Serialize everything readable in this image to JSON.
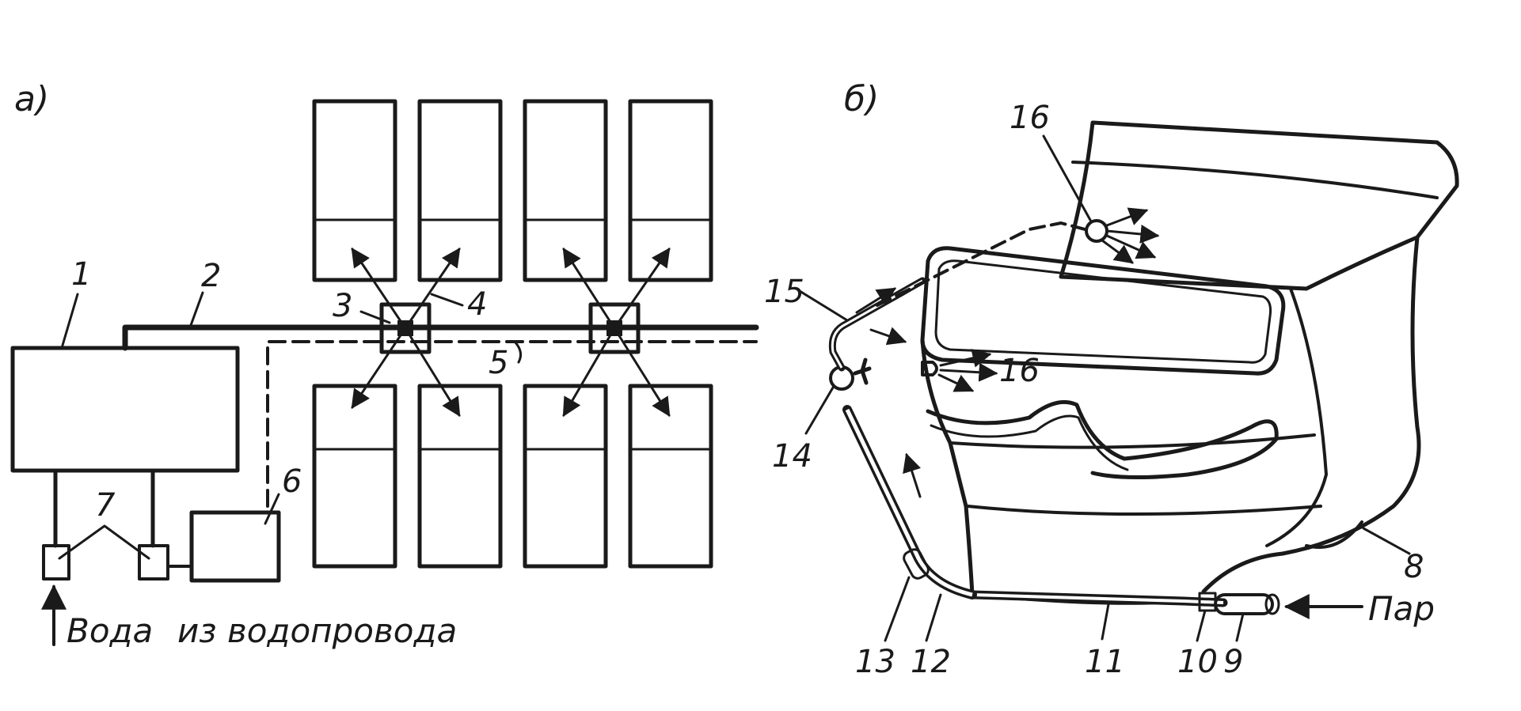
{
  "panel_a": {
    "tag": "а)",
    "labels": [
      "1",
      "2",
      "3",
      "4",
      "5",
      "6",
      "7"
    ],
    "caption_water": "Вода",
    "caption_from": "из водопровода"
  },
  "panel_b": {
    "tag": "б)",
    "labels": [
      "8",
      "9",
      "10",
      "11",
      "12",
      "13",
      "14",
      "15",
      "16",
      "16"
    ],
    "caption_steam": "Пар"
  },
  "colors": {
    "ink": "#1a1a1a",
    "background": "#ffffff"
  }
}
